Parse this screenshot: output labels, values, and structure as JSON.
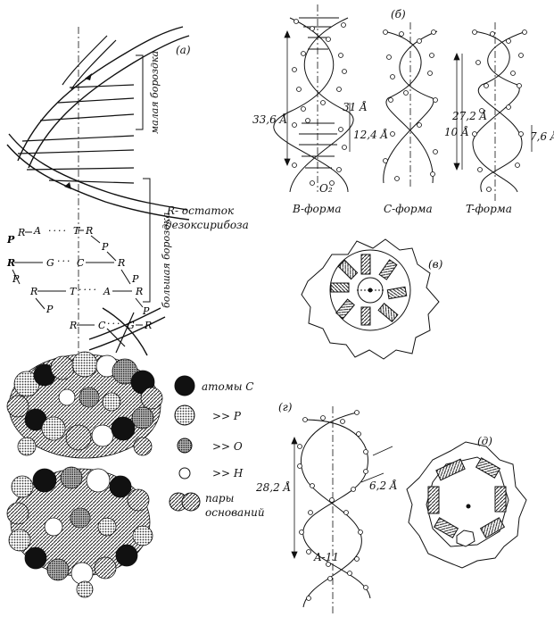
{
  "panels": {
    "a": "(а)",
    "b": "(б)",
    "v": "(в)",
    "g": "(г)",
    "d": "(д)"
  },
  "panel_a": {
    "minor_groove": "малая бороздка",
    "major_groove": "большая бороздка",
    "r_note_line1": "R- остаток",
    "r_note_line2": "дезоксирибоза",
    "ladder": {
      "row1": [
        "P",
        "R",
        "A",
        "T",
        "R"
      ],
      "row1b": [
        "P"
      ],
      "row2": [
        "R",
        "G",
        "C",
        "R"
      ],
      "row2b": [
        "P",
        "P"
      ],
      "row3": [
        "R",
        "T",
        "A",
        "R"
      ],
      "row3b": [
        "P",
        "P"
      ],
      "row4": [
        "R",
        "C",
        "G",
        "R"
      ]
    },
    "legend": [
      {
        "name": "carbon",
        "label": "атомы C"
      },
      {
        "name": "phosphorus",
        "label": ">>  P"
      },
      {
        "name": "oxygen",
        "label": ">>  O"
      },
      {
        "name": "hydrogen",
        "label": ">>  H"
      },
      {
        "name": "base-pairs",
        "label_line1": "пары",
        "label_line2": "оснований"
      }
    ]
  },
  "panel_b": {
    "dims": {
      "pitch_b": "33,6 Å",
      "rise_b1": "31 Å",
      "rise_b2": "12,4 Å",
      "pitch_c": "27,2 Å",
      "rise_c": "10 Å",
      "rise_t": "7,6 Å",
      "o2": "O₂"
    },
    "forms": [
      "B-форма",
      "C-форма",
      "T-форма"
    ]
  },
  "panel_g": {
    "pitch": "28,2 Å",
    "rise": "6,2 Å",
    "name": "A-11"
  },
  "colors": {
    "ink": "#111111",
    "paper": "#ffffff",
    "hatch_gray": "#7a7a7a"
  }
}
